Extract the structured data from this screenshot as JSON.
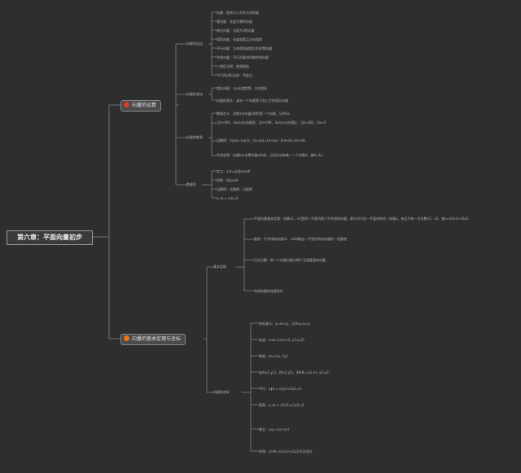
{
  "colors": {
    "background": "#2e2e2e",
    "line": "#8a8a8a",
    "text": "#b5b5b5",
    "red_icon": "#d93a2b",
    "orange_icon": "#e8731a"
  },
  "root": "第六章：平面向量初步",
  "branch1": {
    "label": "向量的运算",
    "icon": "red-circle-icon",
    "subs": [
      {
        "label": "向量的加法",
        "items": [
          "向量：既有大小又有方向的量",
          "零向量：长度为零的向量",
          "单位向量：长度为1的向量",
          "相等向量：长度相等且方向相同",
          "平行向量：方向相同或相反的非零向量",
          "共线向量：平行向量也叫做共线向量",
          "三角形法则：首尾相连",
          "平行四边形法则：共起点"
        ]
      },
      {
        "label": "向量的减法",
        "items": [
          "相反向量：与a长度相等，方向相反",
          "向量的减法：减去一个向量等于加上它的相反向量"
        ]
      },
      {
        "label": "向量的数乘",
        "items": [
          "数乘定义：实数λ与向量a的积是一个向量，记作λa",
          "当λ>0时，λa与a方向相同；当λ<0时，λa与a方向相反；当λ=0时，λa=0",
          "运算律：λ(μa)=(λμ)a；(λ+μ)a=λa+μa；λ(a+b)=λa+λb",
          "共线定理：向量b与非零向量a共线，当且仅当有唯一一个实数λ，使b=λa"
        ]
      },
      {
        "label": "数量积",
        "items": [
          "定义：a·b=|a||b|cosθ",
          "投影：|b|cosθ",
          "运算律：交换律、分配律",
          "a⊥b ⇔ a·b=0"
        ]
      }
    ]
  },
  "branch2": {
    "label": "向量的基本定理与坐标",
    "icon": "orange-circle-icon",
    "subs": [
      {
        "label": "基本定理",
        "items": [
          "平面向量基本定理：如果e1、e2是同一平面内两个不共线的向量，那么对于这一平面内的任一向量a，有且只有一对实数λ1、λ2，使a=λ1e1+λ2e2",
          "基底：不共线的向量e1、e2叫做这一平面内所有向量的一组基底",
          "正交分解：把一个向量分解为两个互相垂直的向量",
          "共线向量的充要条件"
        ]
      },
      {
        "label": "向量的坐标",
        "items": [
          "坐标表示：a=xi+yj，记作a=(x,y)",
          "加减：a±b=(x1±x2, y1±y2)",
          "数乘：λa=(λx, λy)",
          "若A(x1,y1)、B(x2,y2)，则AB=(x2-x1, y2-y1)",
          "平行：a∥b ⇔ x1y2-x2y1=0",
          "垂直：a⊥b ⇔ x1x2+y1y2=0",
          "模长：|a|=√(x²+y²)",
          "夹角：cosθ=(x1x2+y1y2)/(|a||b|)"
        ]
      }
    ]
  }
}
